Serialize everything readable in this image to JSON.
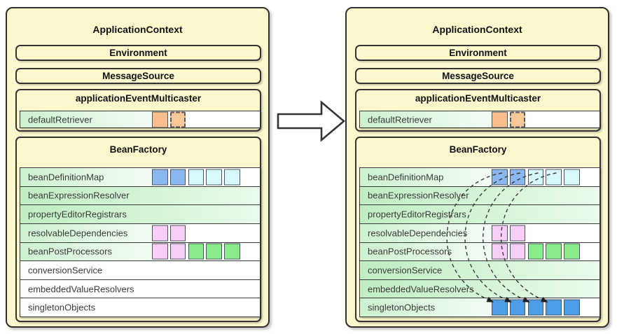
{
  "palette": {
    "blue": "#8BB7F0",
    "cyan": "#D8F9FB",
    "pink": "#F9CFF8",
    "green": "#8BEA8B",
    "orange": "#F9BE8C",
    "orange-dashed": "#F9C89A",
    "dark-blue": "#4D9CE8",
    "panel-yellow": "#FBF8CE",
    "row-green": "#C0EDC3",
    "border-dark": "#2F2F2F"
  },
  "left_panel": {
    "title": "ApplicationContext",
    "env_label": "Environment",
    "message_source_label": "MessageSource",
    "multicaster": {
      "title": "applicationEventMulticaster",
      "row": {
        "label": "defaultRetriever",
        "bg": "gradient",
        "squares": [
          "orange",
          "orange-dashed"
        ]
      }
    },
    "bean_factory": {
      "title": "BeanFactory",
      "rows": [
        {
          "label": "beanDefinitionMap",
          "bg": "gradient",
          "squares": [
            "blue",
            "blue",
            "cyan",
            "cyan",
            "cyan"
          ]
        },
        {
          "label": "beanExpressionResolver",
          "bg": "green"
        },
        {
          "label": "propertyEditorRegistrars",
          "bg": "green"
        },
        {
          "label": "resolvableDependencies",
          "bg": "gradient",
          "squares": [
            "pink",
            "pink"
          ]
        },
        {
          "label": "beanPostProcessors",
          "bg": "gradient",
          "squares": [
            "pink",
            "pink",
            "green",
            "green",
            "green"
          ]
        },
        {
          "label": "conversionService",
          "bg": "white"
        },
        {
          "label": "embeddedValueResolvers",
          "bg": "white"
        },
        {
          "label": "singletonObjects",
          "bg": "white"
        }
      ]
    }
  },
  "right_panel": {
    "title": "ApplicationContext",
    "env_label": "Environment",
    "message_source_label": "MessageSource",
    "multicaster": {
      "title": "applicationEventMulticaster",
      "row": {
        "label": "defaultRetriever",
        "bg": "gradient",
        "squares": [
          "orange",
          "orange-dashed"
        ]
      }
    },
    "bean_factory": {
      "title": "BeanFactory",
      "rows": [
        {
          "label": "beanDefinitionMap",
          "bg": "gradient",
          "squares": [
            "blue",
            "blue",
            "cyan",
            "cyan",
            "cyan"
          ]
        },
        {
          "label": "beanExpressionResolver",
          "bg": "green"
        },
        {
          "label": "propertyEditorRegistrars",
          "bg": "green"
        },
        {
          "label": "resolvableDependencies",
          "bg": "gradient",
          "squares": [
            "pink",
            "pink"
          ]
        },
        {
          "label": "beanPostProcessors",
          "bg": "gradient",
          "squares": [
            "pink",
            "pink",
            "green",
            "green",
            "green"
          ]
        },
        {
          "label": "conversionService",
          "bg": "green"
        },
        {
          "label": "embeddedValueResolvers",
          "bg": "green"
        },
        {
          "label": "singletonObjects",
          "bg": "gradient",
          "squares": [
            "dark-blue",
            "dark-blue",
            "dark-blue",
            "dark-blue",
            "dark-blue"
          ]
        }
      ]
    },
    "arcs": [
      {
        "from": "beanDefinitionMap.0",
        "to": "singletonObjects.0"
      },
      {
        "from": "beanDefinitionMap.1",
        "to": "singletonObjects.1"
      },
      {
        "from": "beanDefinitionMap.2",
        "to": "singletonObjects.2"
      },
      {
        "from": "beanDefinitionMap.3",
        "to": "singletonObjects.3"
      }
    ]
  }
}
